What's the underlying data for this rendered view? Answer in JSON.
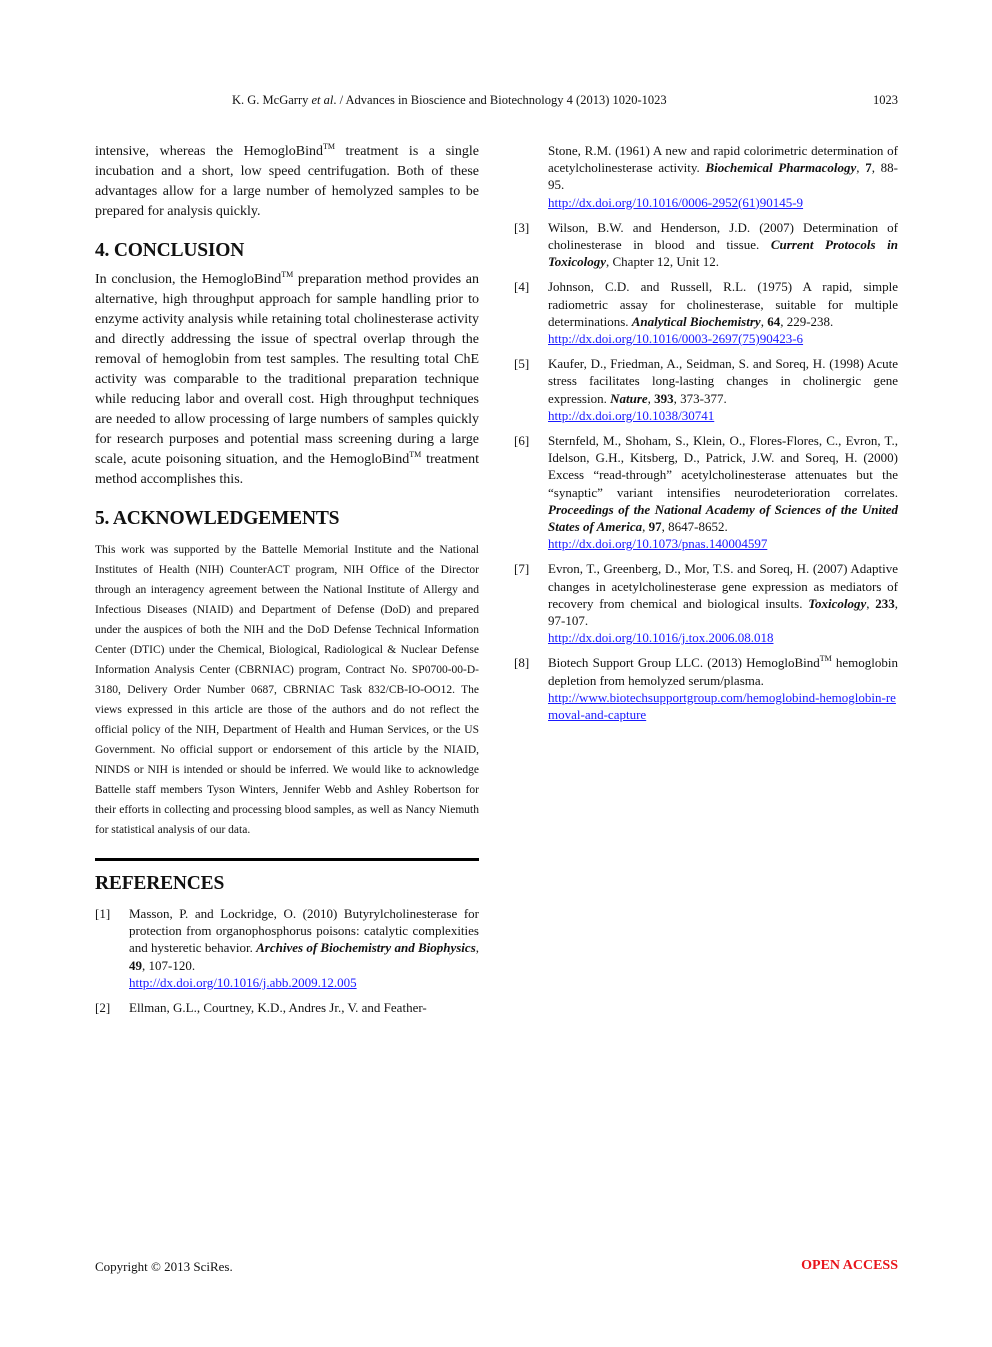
{
  "header": {
    "authors_prefix": "K. G. McGarry ",
    "et_al": "et al",
    "journal": ". / Advances in Bioscience and Biotechnology 4 (2013) 1020-1023",
    "page_number": "1023"
  },
  "intro_paragraph": {
    "part1": "intensive, whereas the HemogloBind",
    "tm": "TM",
    "part2": " treatment is a single incubation and a short, low speed centrifugation. Both of these advantages allow for a large number of hemolyzed samples to be prepared for analysis quickly."
  },
  "conclusion": {
    "heading": "4. CONCLUSION",
    "part1": "In conclusion, the HemogloBind",
    "tm": "TM",
    "part2": " preparation method provides an alternative, high throughput approach for sample handling prior to enzyme activity analysis while retaining total cholinesterase activity and directly addressing the issue of spectral overlap through the removal of hemoglobin from test samples. The resulting total ChE activity was comparable to the traditional preparation technique while reducing labor and overall cost. High throughput techniques are needed to allow processing of large numbers of samples quickly for research purposes and potential mass screening during a large scale, acute poisoning situation, and the HemogloBind",
    "tm2": "TM",
    "part3": " treatment method accomplishes this."
  },
  "acknowledgements": {
    "heading": "5. ACKNOWLEDGEMENTS",
    "text": "This work was supported by the Battelle Memorial Institute and the National Institutes of Health (NIH) CounterACT program, NIH Office of the Director through an interagency agreement between the National Institute of Allergy and Infectious Diseases (NIAID) and Department of Defense (DoD) and prepared under the auspices of both the NIH and the DoD Defense Technical Information Center (DTIC) under the Chemical, Biological, Radiological & Nuclear Defense Information Analysis Center (CBRNIAC) program, Contract No. SP0700-00-D-3180, Delivery Order Number 0687, CBRNIAC Task 832/CB-IO-OO12. The views expressed in this article are those of the authors and do not reflect the official policy of the NIH, Department of Health and Human Services, or the US Government. No official support or endorsement of this article by the NIAID, NINDS or NIH is intended or should be inferred. We would like to acknowledge Battelle staff members Tyson Winters, Jennifer Webb and Ashley Robertson for their efforts in collecting and processing blood samples, as well as Nancy Niemuth for statistical analysis of our data."
  },
  "references": {
    "heading": "REFERENCES",
    "items": [
      {
        "num": "[1]",
        "text": "Masson, P. and Lockridge, O. (2010) Butyrylcholinesterase for protection from organophosphorus poisons: catalytic complexities and hysteretic behavior. ",
        "journal": "Archives of Biochemistry and Biophysics",
        "volume": "49",
        "pages": ", 107-120.",
        "link": "http://dx.doi.org/10.1016/j.abb.2009.12.005"
      },
      {
        "num": "[2]",
        "text": "Ellman, G.L., Courtney, K.D., Andres Jr., V. and Feather-"
      },
      {
        "cont": "Stone, R.M. (1961) A new and rapid colorimetric determination of acetylcholinesterase activity. ",
        "journal": "Biochemical Pharmacology",
        "volume": "7",
        "pages": ", 88-95.",
        "link": "http://dx.doi.org/10.1016/0006-2952(61)90145-9"
      },
      {
        "num": "[3]",
        "text": "Wilson, B.W. and Henderson, J.D. (2007) Determination of cholinesterase in blood and tissue. ",
        "journal": "Current Protocols in Toxicology",
        "pages": ", Chapter 12, Unit 12."
      },
      {
        "num": "[4]",
        "text": "Johnson, C.D. and Russell, R.L. (1975) A rapid, simple radiometric assay for cholinesterase, suitable for multiple determinations. ",
        "journal": "Analytical Biochemistry",
        "volume": "64",
        "pages": ", 229-238.",
        "link": "http://dx.doi.org/10.1016/0003-2697(75)90423-6"
      },
      {
        "num": "[5]",
        "text": "Kaufer, D., Friedman, A., Seidman, S. and Soreq, H. (1998) Acute stress facilitates long-lasting changes in cholinergic gene expression. ",
        "journal": "Nature",
        "volume": "393",
        "pages": ", 373-377.",
        "link": "http://dx.doi.org/10.1038/30741"
      },
      {
        "num": "[6]",
        "text": "Sternfeld, M., Shoham, S., Klein, O., Flores-Flores, C., Evron, T., Idelson, G.H., Kitsberg, D., Patrick, J.W. and Soreq, H. (2000) Excess “read-through” acetylcholinesterase attenuates but the “synaptic” variant intensifies neurodeterioration correlates. ",
        "journal": "Proceedings of the National Academy of Sciences of the United States of America",
        "volume": "97",
        "pages": ", 8647-8652.",
        "link": "http://dx.doi.org/10.1073/pnas.140004597"
      },
      {
        "num": "[7]",
        "text": "Evron, T., Greenberg, D., Mor, T.S. and Soreq, H. (2007) Adaptive changes in acetylcholinesterase gene expression as mediators of recovery from chemical and biological insults. ",
        "journal": "Toxicology",
        "volume": "233",
        "pages": ", 97-107.",
        "link": "http://dx.doi.org/10.1016/j.tox.2006.08.018"
      },
      {
        "num": "[8]",
        "text": "Biotech Support Group LLC. (2013) HemogloBind",
        "tm": "TM",
        "text2": " hemoglobin depletion from hemolyzed serum/plasma.",
        "link": "http://www.biotechsupportgroup.com/hemoglobind-hemoglobin-removal-and-capture"
      }
    ]
  },
  "footer": {
    "copyright": "Copyright © 2013 SciRes.",
    "open_access": "OPEN ACCESS",
    "open_access_color": "#e8141b"
  }
}
